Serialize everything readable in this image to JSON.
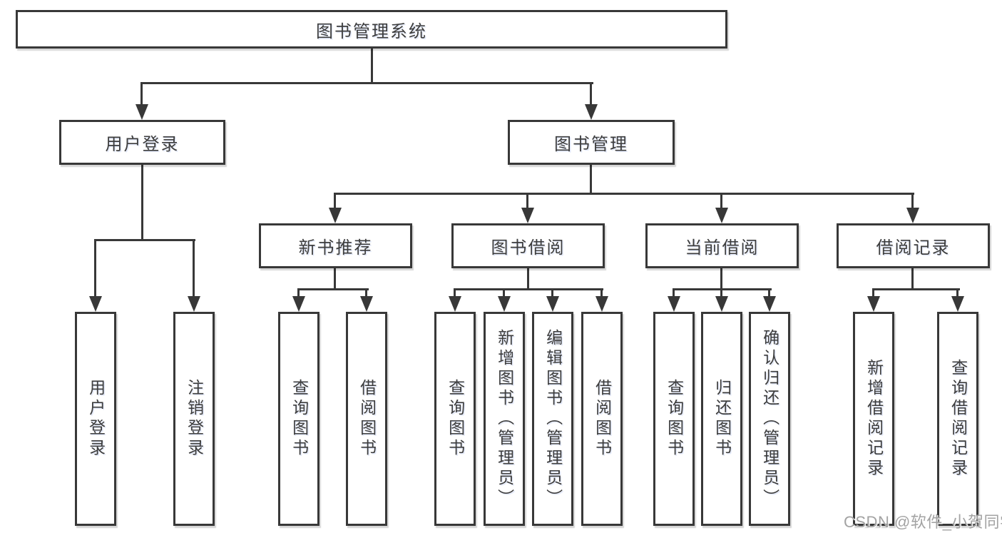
{
  "diagram": {
    "title": "图书管理系统",
    "children": [
      {
        "label": "用户登录",
        "children": [
          {
            "label": "用户登录"
          },
          {
            "label": "注销登录"
          }
        ]
      },
      {
        "label": "图书管理",
        "children": [
          {
            "label": "新书推荐",
            "children": [
              {
                "label": "查询图书"
              },
              {
                "label": "借阅图书"
              }
            ]
          },
          {
            "label": "图书借阅",
            "children": [
              {
                "label": "查询图书"
              },
              {
                "label": "新增图书（管理员）"
              },
              {
                "label": "编辑图书（管理员）"
              },
              {
                "label": "借阅图书"
              }
            ]
          },
          {
            "label": "当前借阅",
            "children": [
              {
                "label": "查询图书"
              },
              {
                "label": "归还图书"
              },
              {
                "label": "确认归还（管理员）"
              }
            ]
          },
          {
            "label": "借阅记录",
            "children": [
              {
                "label": "新增借阅记录"
              },
              {
                "label": "查询借阅记录"
              }
            ]
          }
        ]
      }
    ]
  },
  "watermark": {
    "text": "CSDN @软件_小贺同学"
  },
  "colors": {
    "line": "#383838",
    "box_border": "#383838",
    "text": "#3d3d3d",
    "background": "#ffffff",
    "watermark": "#a3a3a3"
  }
}
